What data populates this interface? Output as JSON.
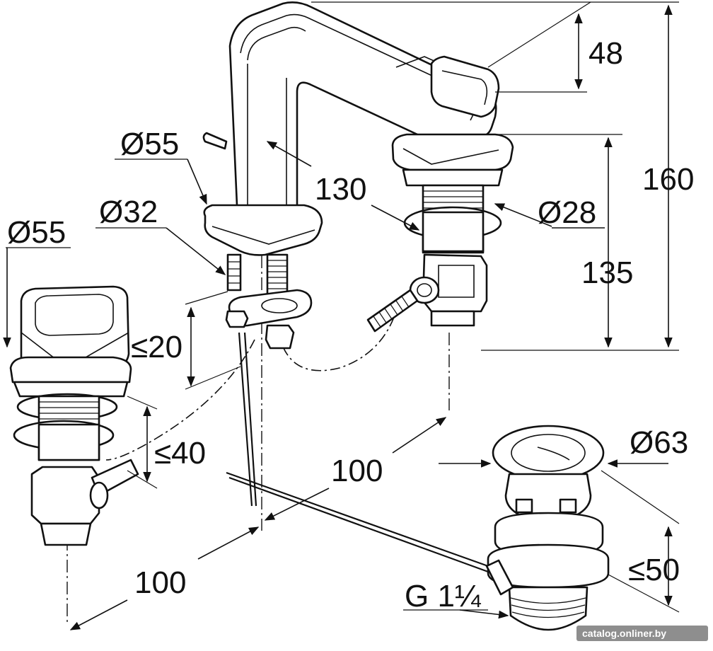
{
  "labels": {
    "dim_height_total": "160",
    "dim_height_spout": "135",
    "dim_spout_top": "48",
    "dim_reach": "130",
    "dim_dia_base_spout": "Ø55",
    "dim_dia_base_left": "Ø55",
    "dim_dia_shank_spout": "Ø32",
    "dim_dia_shank_right": "Ø28",
    "dim_dia_waste": "Ø63",
    "dim_thickness_spout": "≤20",
    "dim_thickness_handle": "≤40",
    "dim_thickness_waste": "≤50",
    "dim_spacing_right": "100",
    "dim_spacing_left": "100",
    "thread": "G 1¼"
  },
  "watermark": "catalog.onliner.by"
}
